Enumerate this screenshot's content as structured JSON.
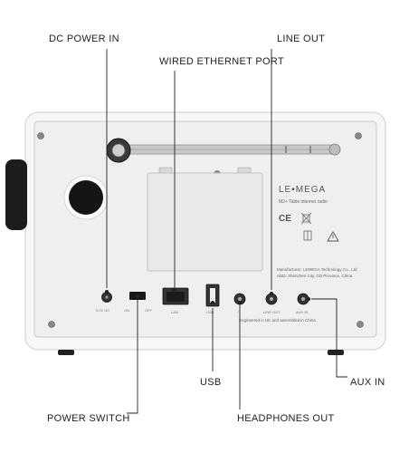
{
  "callouts": {
    "dc_power_in": "DC POWER IN",
    "line_out": "LINE OUT",
    "wired_ethernet_port": "WIRED ETHERNET PORT",
    "usb": "USB",
    "aux_in": "AUX IN",
    "power_switch": "POWER SWITCH",
    "headphones_out": "HEADPHONES OUT"
  },
  "panel": {
    "brand": "LE•MEGA",
    "model": "M2+ Table internet radio",
    "manufacturer": "Manufacturer: LEMEGA Technology Co., Ltd",
    "address": "ADD: Shenzhen City, GD Province, China",
    "engineered": "Engineered in UK and assembled in China",
    "port_labels": {
      "dc": "5.0V DC",
      "on": "ON",
      "off": "OFF",
      "lan": "LAN",
      "usb": "USB",
      "line_out": "LINE OUT",
      "aux_in": "AUX IN"
    }
  },
  "colors": {
    "body": "#f4f4f4",
    "panel": "#ececec",
    "line": "#333333",
    "speaker_ring": "#222222"
  }
}
